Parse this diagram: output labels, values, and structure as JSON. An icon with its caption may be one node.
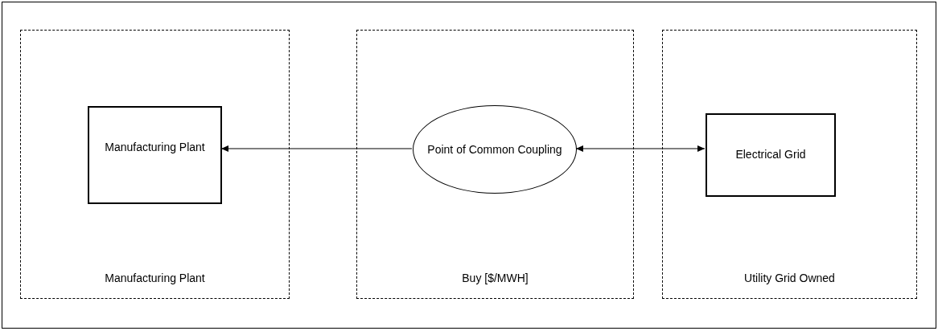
{
  "diagram": {
    "nodes": [
      {
        "text": [
          "Manufacturing Plant"
        ]
      },
      {
        "text": [
          "Manufacturing Plant"
        ],
        "in": 0
      },
      {
        "text": [
          "Buy [$/MWH]"
        ]
      },
      {
        "text": [
          "Point of Common Coupling"
        ],
        "in": 2
      },
      {
        "text": [
          "Utility Grid Owned"
        ]
      },
      {
        "text": [
          "Electrical Grid"
        ],
        "in": 4
      }
    ],
    "edges": [
      {
        "from": 3,
        "to": 1,
        "arrow": "to"
      },
      {
        "from": 3,
        "to": 5,
        "arrow": "both"
      }
    ]
  }
}
